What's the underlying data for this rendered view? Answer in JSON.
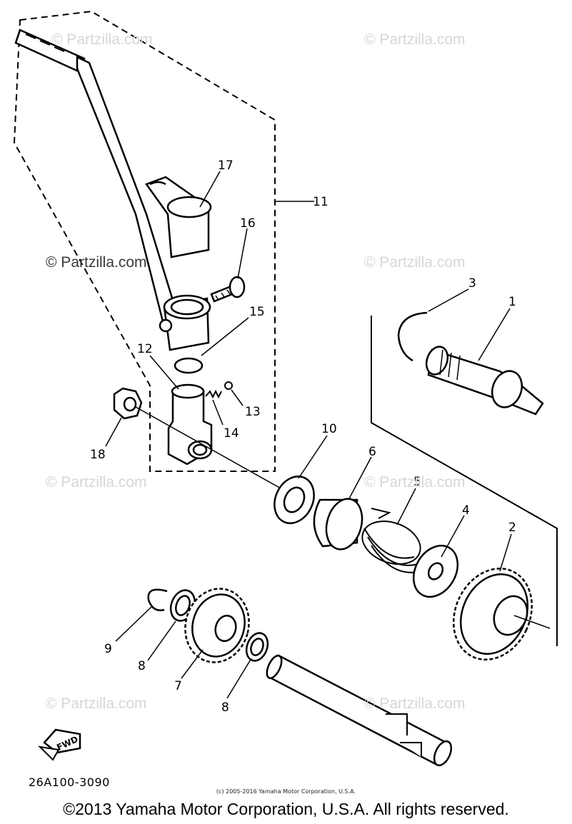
{
  "watermarks": [
    "© Partzilla.com",
    "© Partzilla.com",
    "© Partzilla.com",
    "© Partzilla.com",
    "© Partzilla.com",
    "© Partzilla.com",
    "© Partzilla.com",
    "© Partzilla.com"
  ],
  "callouts": {
    "c1": "1",
    "c2": "2",
    "c3": "3",
    "c4": "4",
    "c5": "5",
    "c6": "6",
    "c7": "7",
    "c8a": "8",
    "c8b": "8",
    "c9": "9",
    "c10": "10",
    "c11": "11",
    "c12": "12",
    "c13": "13",
    "c14": "14",
    "c15": "15",
    "c16": "16",
    "c17": "17",
    "c18": "18"
  },
  "fwd_label": "FWD",
  "diagram_code": "26A100-3090",
  "small_copyright": "(c) 2005-2016 Yamaha Motor Corporation, U.S.A.",
  "copyright": "©2013 Yamaha Motor Corporation, U.S.A. All rights reserved."
}
